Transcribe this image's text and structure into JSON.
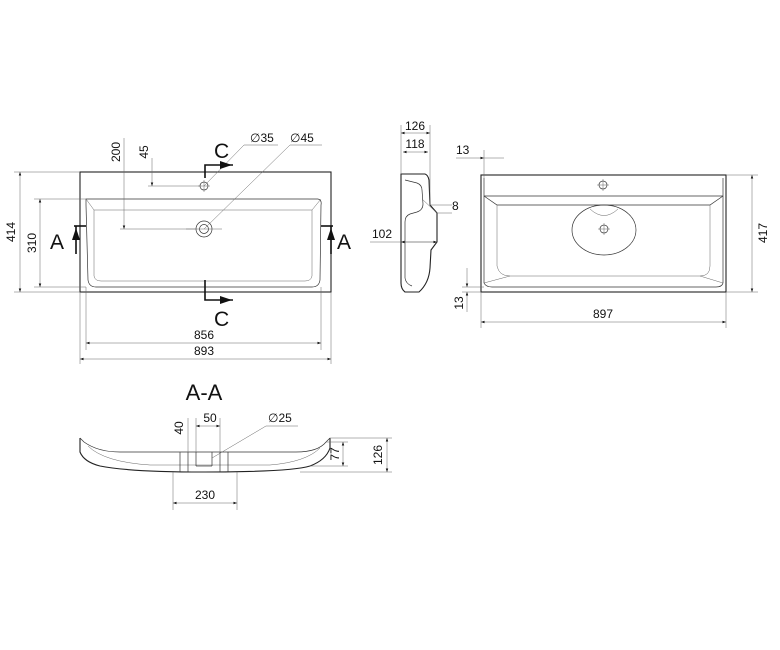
{
  "top_view": {
    "width_outer": "893",
    "width_inner": "856",
    "depth_outer": "414",
    "depth_inner": "310",
    "tap_offset": "200",
    "tap_offset_small": "45",
    "tap_hole": "∅35",
    "drain_hole": "∅45",
    "section_a_left": "A",
    "section_a_right": "A",
    "section_c_top": "C",
    "section_c_bottom": "C"
  },
  "side_view": {
    "overall_height": "126",
    "inner_height": "118",
    "rim": "8",
    "depth": "102"
  },
  "right_view": {
    "width": "897",
    "depth": "417",
    "offset_top": "13",
    "offset_bottom": "13"
  },
  "section_aa": {
    "title": "A-A",
    "dim_40": "40",
    "dim_50": "50",
    "drain": "∅25",
    "dim_77": "77",
    "dim_126": "126",
    "dim_230": "230"
  }
}
